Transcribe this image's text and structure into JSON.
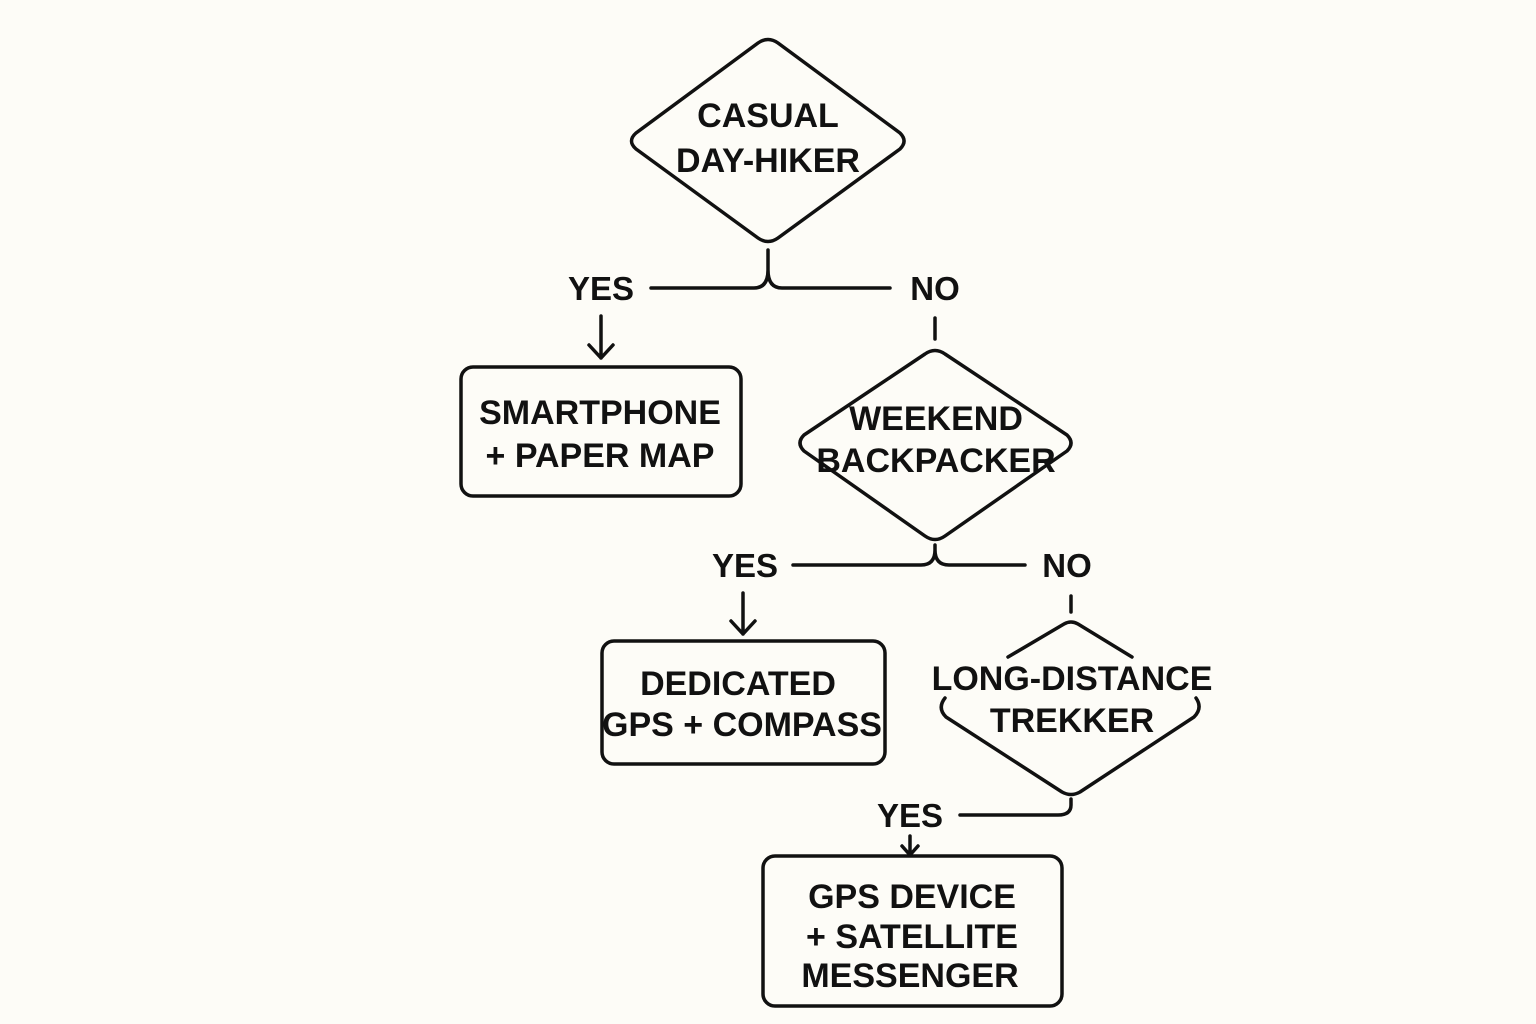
{
  "decisions": [
    {
      "lines": [
        "CASUAL",
        "DAY-HIKER"
      ],
      "yes": "YES",
      "no": "NO"
    },
    {
      "lines": [
        "WEEKEND",
        "BACKPACKER"
      ],
      "yes": "YES",
      "no": "NO"
    },
    {
      "lines": [
        "LONG-DISTANCE",
        "TREKKER"
      ],
      "yes": "YES"
    }
  ],
  "outcomes": [
    {
      "lines": [
        "SMARTPHONE",
        "+ PAPER MAP"
      ]
    },
    {
      "lines": [
        "DEDICATED",
        "GPS + COMPASS"
      ]
    },
    {
      "lines": [
        "GPS DEVICE",
        "+ SATELLITE",
        "MESSENGER"
      ]
    }
  ],
  "colors": {
    "background": "#fdfcf7",
    "ink": "#111111"
  }
}
